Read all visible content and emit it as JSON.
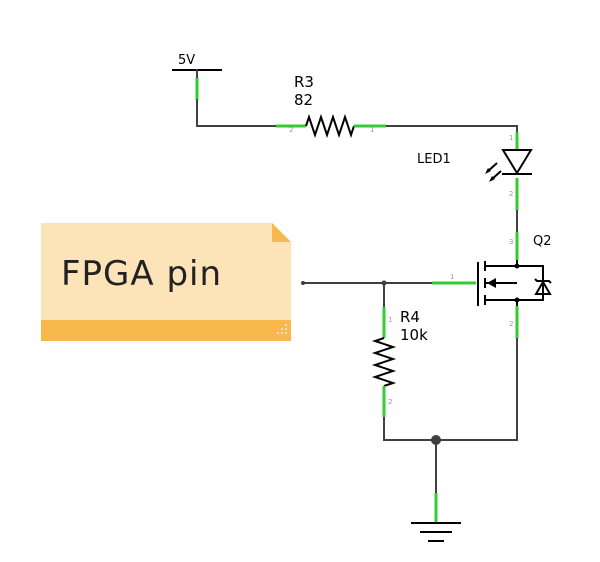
{
  "supply": {
    "label": "5V"
  },
  "resistor_r3": {
    "ref": "R3",
    "value": "82",
    "pin_a": "2",
    "pin_b": "1"
  },
  "led": {
    "ref": "LED1",
    "pin_anode": "1",
    "pin_cathode": "2"
  },
  "transistor": {
    "ref": "Q2",
    "pin_gate": "1",
    "pin_drain": "3",
    "pin_source": "2"
  },
  "resistor_r4": {
    "ref": "R4",
    "value": "10k",
    "pin_top": "1",
    "pin_bottom": "2"
  },
  "note": {
    "text": "FPGA pin"
  },
  "colors": {
    "wire": "#404040",
    "pin": "#33cc33",
    "note_body": "#fde3b8",
    "note_footer": "#f8b84e",
    "note_fold": "#f8b84e"
  }
}
